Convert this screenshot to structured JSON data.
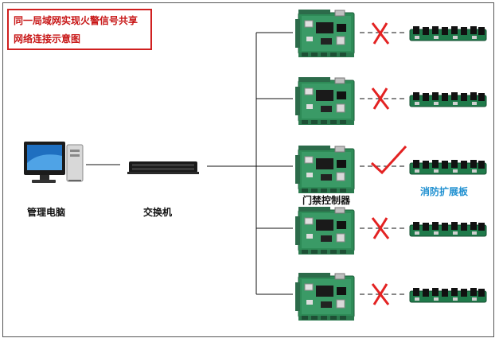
{
  "title": {
    "line1": "同一局域网实现火警信号共享",
    "line2": "网络连接示意图"
  },
  "labels": {
    "computer": "管理电脑",
    "switch": "交换机",
    "controller": "门禁控制器",
    "expansion": "消防扩展板"
  },
  "rows": [
    {
      "connected": false
    },
    {
      "connected": false
    },
    {
      "connected": true
    },
    {
      "connected": false
    },
    {
      "connected": false
    }
  ],
  "colors": {
    "cross": "#e32222",
    "check": "#e32222",
    "board": "#1f7a4a",
    "expansion_label": "#1d8fd0",
    "title": "#c81818"
  }
}
